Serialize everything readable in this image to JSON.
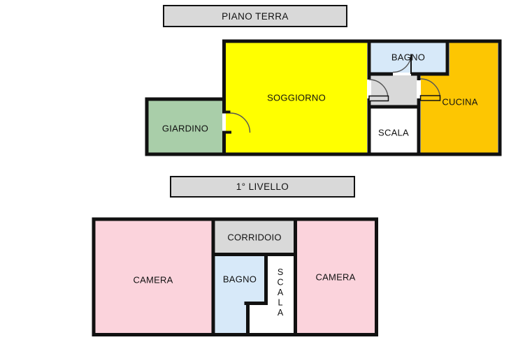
{
  "ground_floor": {
    "title": "PIANO TERRA",
    "rooms": {
      "giardino": "GIARDINO",
      "soggiorno": "SOGGIORNO",
      "bagno": "BAGNO",
      "cucina": "CUCINA",
      "scala": "SCALA"
    }
  },
  "first_floor": {
    "title": "1° LIVELLO",
    "rooms": {
      "camera_left": "CAMERA",
      "corridoio": "CORRIDOIO",
      "bagno": "BAGNO",
      "scala": "SCALA",
      "camera_right": "CAMERA"
    }
  },
  "colors": {
    "wall": "#111111",
    "title_panel": "#D9D9D9",
    "giardino": "#A9CEA9",
    "soggiorno": "#FFFF00",
    "bagno": "#D7E9F9",
    "cucina": "#FDC602",
    "corridoio": "#D9D9D9",
    "scala": "#FFFFFF",
    "camera": "#FBD3DC",
    "door_arc": "#555555"
  }
}
